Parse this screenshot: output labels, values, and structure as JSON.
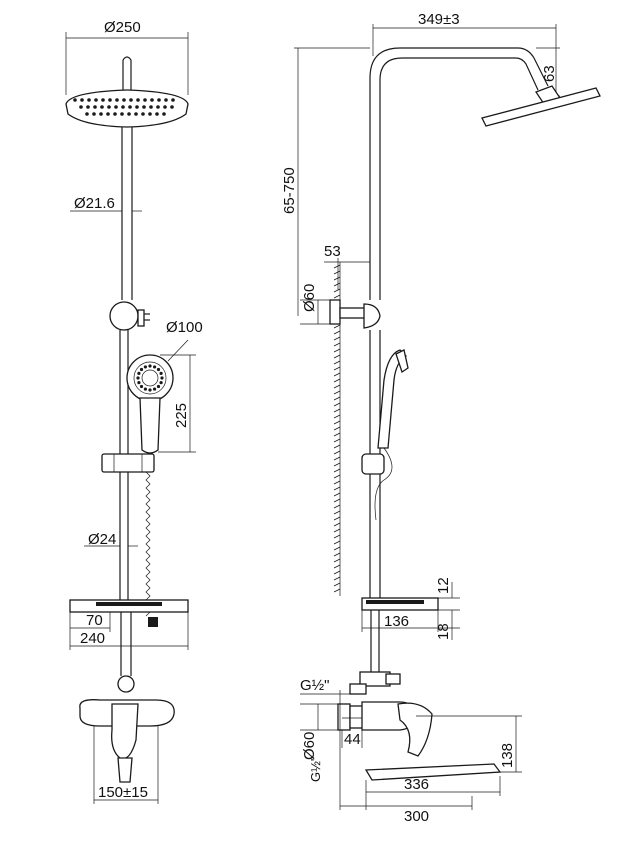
{
  "dimensions": {
    "d250": "Ø250",
    "d21_6": "Ø21.6",
    "d100": "Ø100",
    "h225": "225",
    "d24": "Ø24",
    "w70": "70",
    "w240": "240",
    "w150": "150±15",
    "w349": "349±3",
    "h63": "63",
    "h65_750": "65-750",
    "w53": "53",
    "d60_top": "Ø60",
    "h12": "12",
    "w136": "136",
    "h18": "18",
    "g_half_top": "G½\"",
    "d60_bottom": "Ø60",
    "w44": "44",
    "g_half_bottom": "G½\"",
    "h138": "138",
    "w336": "336",
    "w300": "300"
  }
}
